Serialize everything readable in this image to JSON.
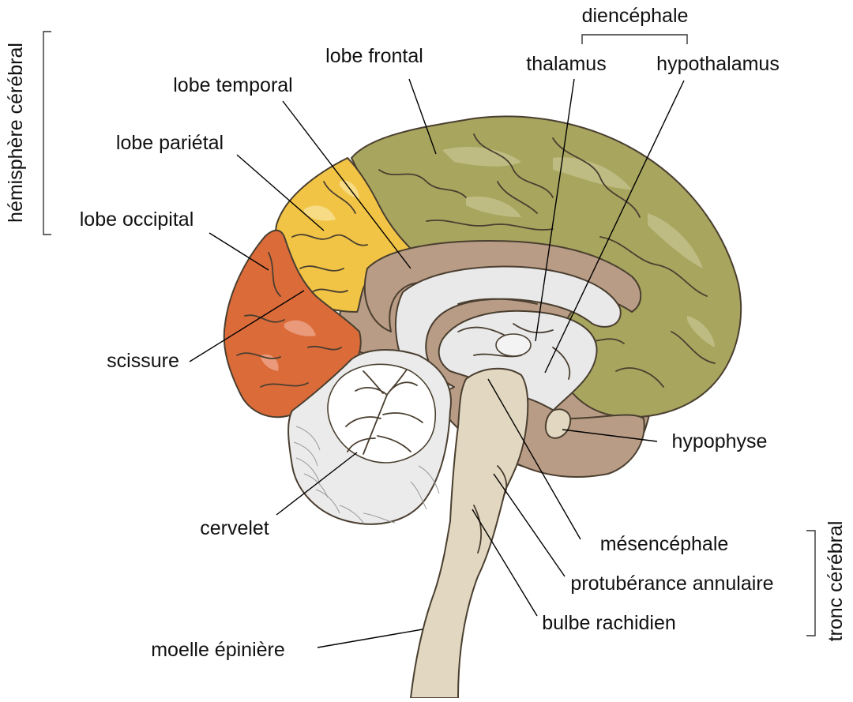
{
  "labels": {
    "hemisphere": "hémisphère cérébral",
    "diencephale": "diencéphale",
    "thalamus": "thalamus",
    "hypothalamus": "hypothalamus",
    "lobe_frontal": "lobe frontal",
    "lobe_temporal": "lobe temporal",
    "lobe_parietal": "lobe pariétal",
    "lobe_occipital": "lobe occipital",
    "scissure": "scissure",
    "hypophyse": "hypophyse",
    "cervelet": "cervelet",
    "mesencephale": "mésencéphale",
    "protuberance": "protubérance annulaire",
    "bulbe": "bulbe rachidien",
    "moelle": "moelle épinière",
    "tronc": "tronc cérébral"
  },
  "colors": {
    "frontal": "#a8a55f",
    "frontal_light": "#c4c28c",
    "parietal": "#f1c445",
    "parietal_light": "#f7db85",
    "occipital": "#dc6b3a",
    "occipital_light": "#ea9a7a",
    "limbic": "#b99c85",
    "inner": "#e9e9ea",
    "brainstem": "#e2d7c0",
    "cerebellum": "#ebebeb",
    "outline": "#4a3f30"
  }
}
